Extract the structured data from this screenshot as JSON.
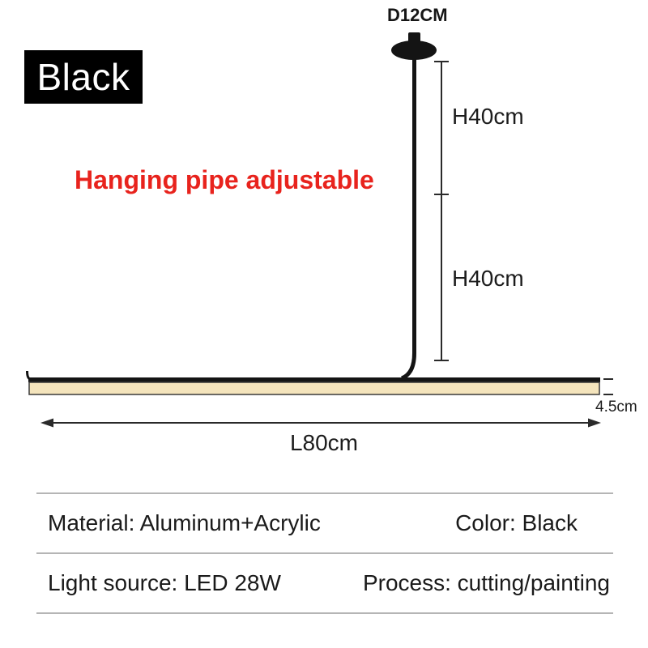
{
  "badge": {
    "label": "Black",
    "bg_color": "#000000",
    "text_color": "#ffffff"
  },
  "diagram": {
    "canopy_diameter": "D12CM",
    "adjustable_note": "Hanging pipe adjustable",
    "adjustable_note_color": "#e8231d",
    "upper_drop": "H40cm",
    "lower_drop": "H40cm",
    "bar_thickness": "4.5cm",
    "bar_length": "L80cm",
    "lamp_color": "#141414",
    "diffuser_color": "#f4e4bc"
  },
  "specs": {
    "material": "Material: Aluminum+Acrylic",
    "color": "Color: Black",
    "light_source": "Light source: LED 28W",
    "process": "Process: cutting/painting"
  }
}
